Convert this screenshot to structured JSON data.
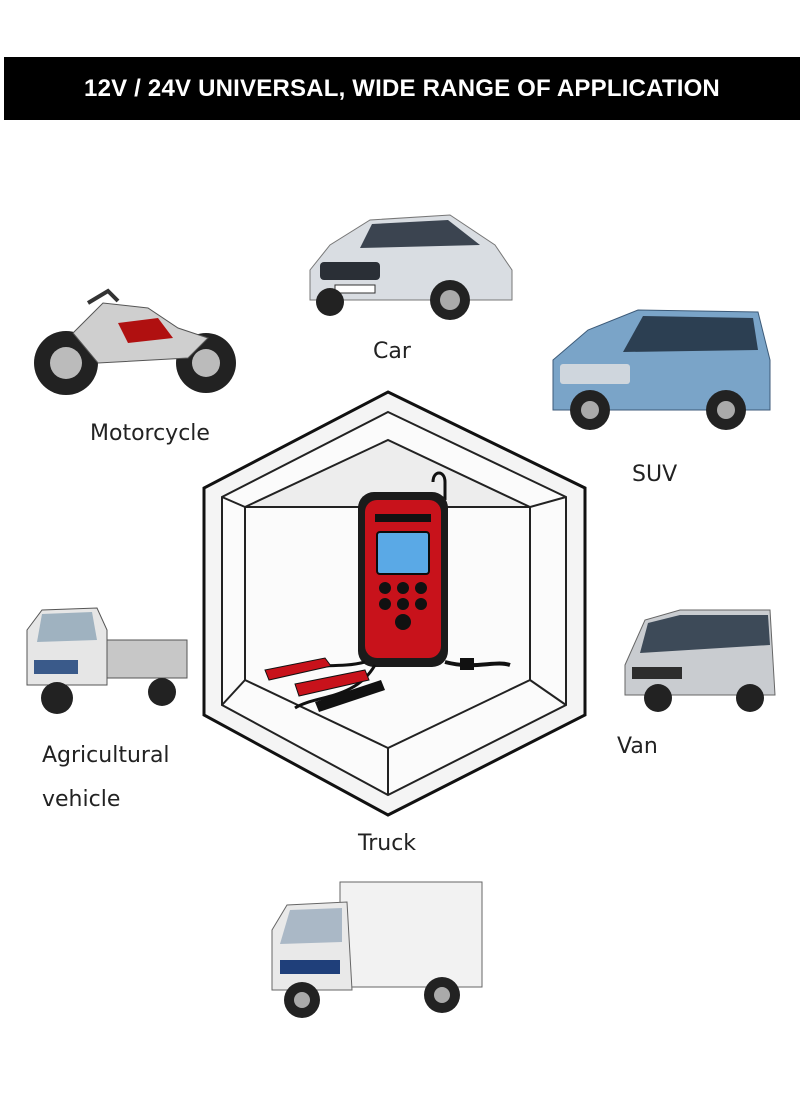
{
  "banner": {
    "title": "12V / 24V UNIVERSAL, WIDE RANGE OF APPLICATION"
  },
  "labels": {
    "car": "Car",
    "motorcycle": "Motorcycle",
    "suv": "SUV",
    "agricultural_line1": "Agricultural",
    "agricultural_line2": "vehicle",
    "van": "Van",
    "truck": "Truck"
  },
  "colors": {
    "banner_bg": "#000000",
    "charger_red": "#c8121b",
    "screen_blue": "#5aa9e6"
  },
  "icons": [
    "car-image",
    "motorcycle-image",
    "suv-image",
    "agricultural-vehicle-image",
    "van-image",
    "truck-image",
    "battery-charger-image"
  ]
}
